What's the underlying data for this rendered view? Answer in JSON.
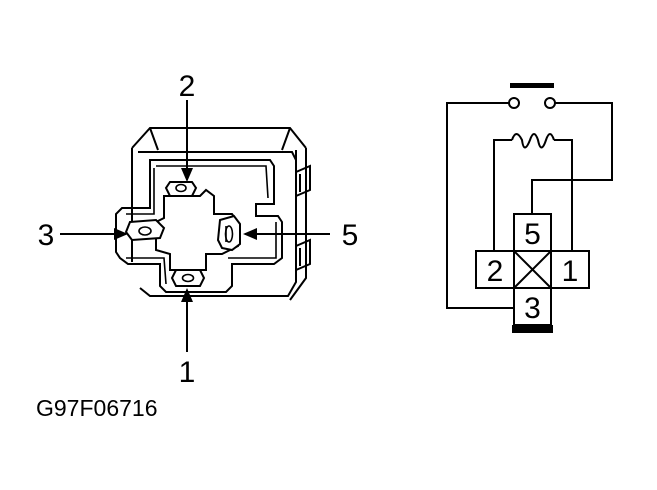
{
  "relay_view": {
    "pin_labels": {
      "top": "2",
      "left": "3",
      "right": "5",
      "bottom": "1"
    }
  },
  "schematic": {
    "terminals": {
      "top": "5",
      "left": "2",
      "right": "1",
      "bottom": "3"
    }
  },
  "figure_code": "G97F06716"
}
